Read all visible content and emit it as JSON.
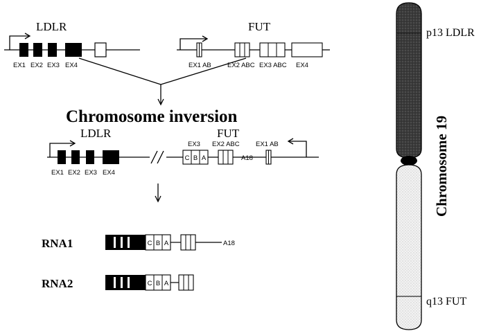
{
  "top": {
    "ldlr": {
      "gene_label": "LDLR",
      "exon_labels": [
        "EX1",
        "EX2",
        "EX3",
        "EX4"
      ]
    },
    "fut": {
      "gene_label": "FUT",
      "exon_labels": [
        "EX1 AB",
        "EX2 ABC",
        "EX3 ABC",
        "EX4"
      ]
    }
  },
  "inversion": {
    "title": "Chromosome inversion",
    "ldlr_label": "LDLR",
    "fut_label": "FUT",
    "ldlr_exon_labels": [
      "EX1",
      "EX2",
      "EX3",
      "EX4"
    ],
    "fut_exon_labels": [
      "EX3",
      "EX2 ABC",
      "EX1 AB"
    ],
    "ex3_letters": [
      "C",
      "B",
      "A"
    ],
    "polya_label": "A18"
  },
  "rna": {
    "rna1_label": "RNA1",
    "rna2_label": "RNA2",
    "letters": [
      "C",
      "B",
      "A"
    ],
    "polya_label": "A18"
  },
  "chromosome": {
    "title": "Chromosome 19",
    "p_band_label": "p13 LDLR",
    "q_band_label": "q13 FUT"
  },
  "colors": {
    "ink": "#000000",
    "p_arm": "#3a3a3a",
    "q_arm": "#e6e6e6"
  }
}
